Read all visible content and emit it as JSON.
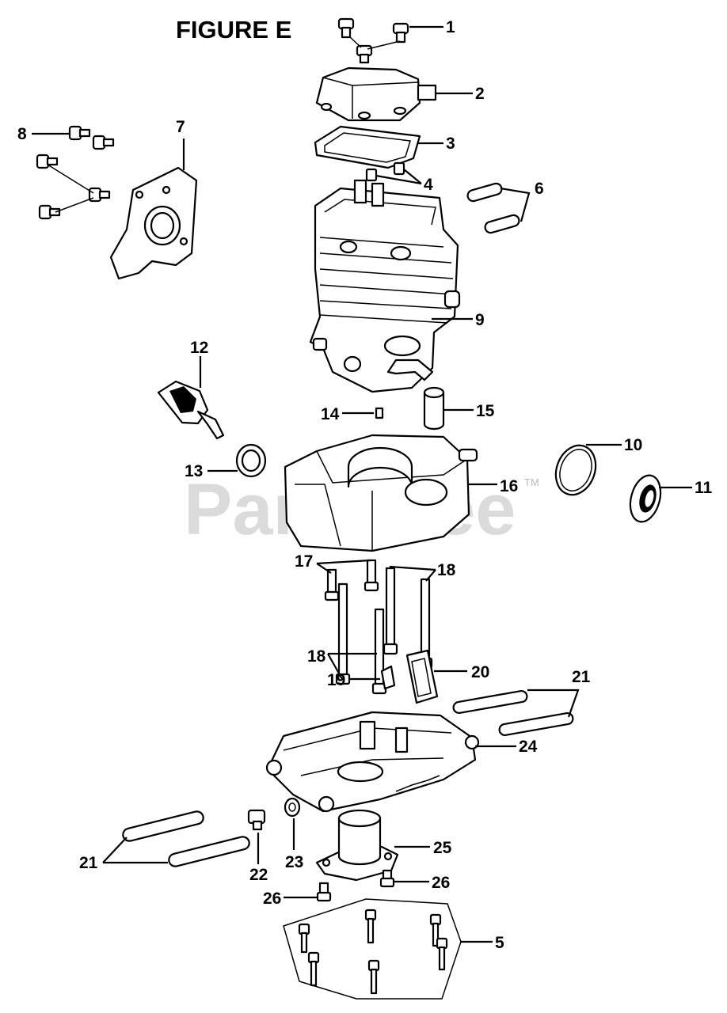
{
  "figure": {
    "title": "FIGURE E"
  },
  "watermark": {
    "text": "PartsTree",
    "tm": "TM"
  },
  "callouts": {
    "c1": "1",
    "c2": "2",
    "c3": "3",
    "c4": "4",
    "c5": "5",
    "c6": "6",
    "c7": "7",
    "c8": "8",
    "c9": "9",
    "c10": "10",
    "c11": "11",
    "c12": "12",
    "c13": "13",
    "c14": "14",
    "c15": "15",
    "c16": "16",
    "c17": "17",
    "c18a": "18",
    "c18b": "18",
    "c19": "19",
    "c20": "20",
    "c21a": "21",
    "c21b": "21",
    "c22": "22",
    "c23": "23",
    "c24": "24",
    "c25": "25",
    "c26a": "26",
    "c26b": "26"
  }
}
